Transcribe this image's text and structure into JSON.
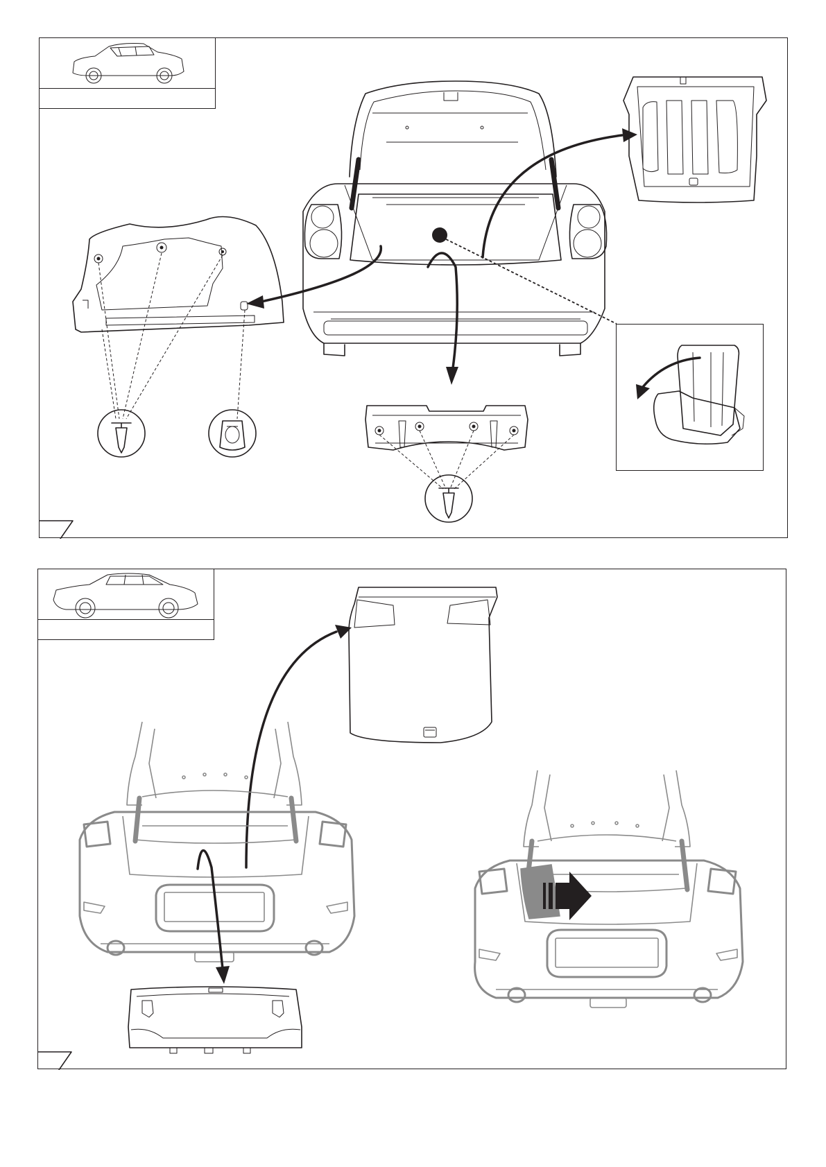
{
  "document": {
    "panels": [
      {
        "id": "top",
        "thumbnail": {
          "caption": "",
          "vehicle": "sedan-compact-side-view"
        },
        "parts": [
          "trunk-lid-open",
          "rear-parcel-mat",
          "left-trunk-side-trim",
          "push-clip",
          "trim-retainer",
          "rear-sill-plate",
          "folded-rear-seat-inset"
        ]
      },
      {
        "id": "bottom",
        "thumbnail": {
          "caption": "",
          "vehicle": "sedan-midsize-side-view"
        },
        "parts": [
          "trunk-floor-cover",
          "rear-sill-trim",
          "trunk-side-trim-slide"
        ]
      }
    ],
    "icons": {
      "removal_arrow": "curved-arrow-icon",
      "slide_arrow": "block-arrow-right-icon",
      "fastener": "push-clip-icon"
    },
    "colors": {
      "line": "#231f20",
      "grey": "#8a8a8a",
      "dark_fill": "#555555"
    }
  }
}
